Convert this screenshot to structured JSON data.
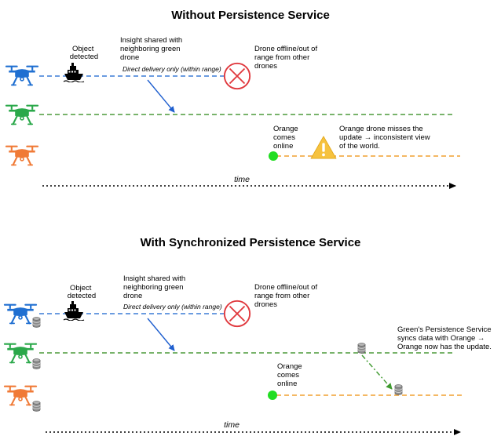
{
  "colors": {
    "blue": "#1f6fd1",
    "green": "#2aa84a",
    "orange": "#f07a36",
    "line_blue": "#3a7bd5",
    "line_green": "#4c9a3a",
    "line_orange": "#f0a030",
    "online_dot": "#22dd22",
    "warning": "#f6c23e",
    "offline_x": "#e0393e",
    "db_gray": "#8c8c8c"
  },
  "icons": {
    "drone": "drone-icon",
    "ship": "ship-icon",
    "offline": "offline-x-icon",
    "warning": "warning-icon",
    "database": "database-icon"
  },
  "top": {
    "title": "Without Persistence Service",
    "object_detected": [
      "Object",
      "detected"
    ],
    "insight": [
      "Insight shared with",
      "neighboring green",
      "drone"
    ],
    "direct_delivery": "Direct delivery only (within range)",
    "offline": [
      "Drone offline/out of",
      "range from other",
      "drones"
    ],
    "orange_online": [
      "Orange",
      "comes",
      "online"
    ],
    "misses_update": [
      "Orange drone misses the",
      "update → inconsistent view",
      "of the world."
    ],
    "time": "time"
  },
  "bottom": {
    "title": "With Synchronized Persistence Service",
    "object_detected": [
      "Object",
      "detected"
    ],
    "insight": [
      "Insight shared with",
      "neighboring green",
      "drone"
    ],
    "direct_delivery": "Direct delivery only (within range)",
    "offline": [
      "Drone offline/out of",
      "range from other",
      "drones"
    ],
    "orange_online": [
      "Orange",
      "comes",
      "online"
    ],
    "sync": [
      "Green's Persistence Service",
      "syncs data with Orange →",
      "Orange now has the update."
    ],
    "time": "time"
  }
}
